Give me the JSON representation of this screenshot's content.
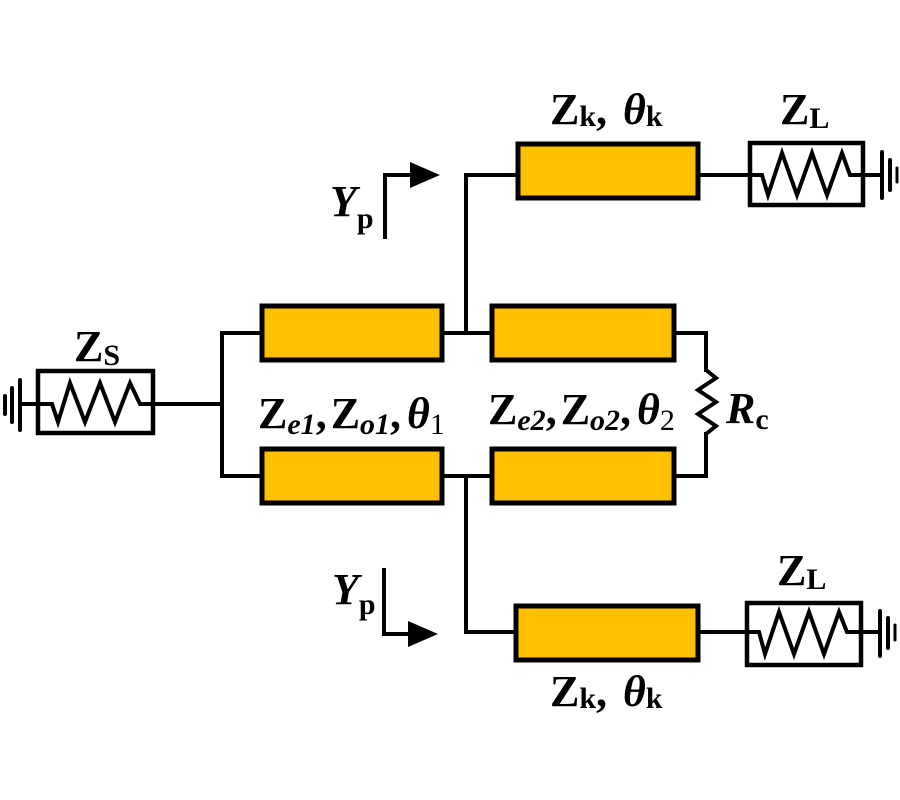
{
  "diagram": {
    "title": "Filtering power divider schematic",
    "colors": {
      "transmission_line_fill": "#FFC000",
      "wire": "#000000",
      "background": "#ffffff"
    },
    "labels": {
      "source": {
        "main": "Z",
        "sub": "S"
      },
      "load_top": {
        "main": "Z",
        "sub": "L"
      },
      "load_bottom": {
        "main": "Z",
        "sub": "L"
      },
      "stub_top": {
        "z": "Z",
        "z_sub": "k",
        "sep": ",",
        "theta": "θ",
        "theta_sub": "k"
      },
      "stub_bottom": {
        "z": "Z",
        "z_sub": "k",
        "sep": ",",
        "theta": "θ",
        "theta_sub": "k"
      },
      "coupled_1": {
        "ze": "Z",
        "ze_sub": "e1",
        "sep1": ",",
        "zo": "Z",
        "zo_sub": "o1",
        "sep2": ",",
        "theta": "θ",
        "theta_sub": "1"
      },
      "coupled_2": {
        "ze": "Z",
        "ze_sub": "e2",
        "sep1": ",",
        "zo": "Z",
        "zo_sub": "o2",
        "sep2": ",",
        "theta": "θ",
        "theta_sub": "2"
      },
      "isolation_resistor": {
        "main": "R",
        "sub": "c"
      },
      "admittance_top": {
        "main": "Y",
        "sub": "p"
      },
      "admittance_bottom": {
        "main": "Y",
        "sub": "p"
      }
    },
    "components": [
      {
        "id": "source-impedance",
        "type": "impedance",
        "label": "ZS"
      },
      {
        "id": "coupled-line-1-upper",
        "type": "transmission-line",
        "label": "Ze1, Zo1, θ1"
      },
      {
        "id": "coupled-line-1-lower",
        "type": "transmission-line",
        "label": "Ze1, Zo1, θ1"
      },
      {
        "id": "coupled-line-2-upper",
        "type": "transmission-line",
        "label": "Ze2, Zo2, θ2"
      },
      {
        "id": "coupled-line-2-lower",
        "type": "transmission-line",
        "label": "Ze2, Zo2, θ2"
      },
      {
        "id": "isolation-resistor",
        "type": "resistor",
        "label": "Rc"
      },
      {
        "id": "output-line-top",
        "type": "transmission-line",
        "label": "Zk, θk"
      },
      {
        "id": "output-line-bottom",
        "type": "transmission-line",
        "label": "Zk, θk"
      },
      {
        "id": "load-top",
        "type": "impedance",
        "label": "ZL"
      },
      {
        "id": "load-bottom",
        "type": "impedance",
        "label": "ZL"
      }
    ]
  }
}
